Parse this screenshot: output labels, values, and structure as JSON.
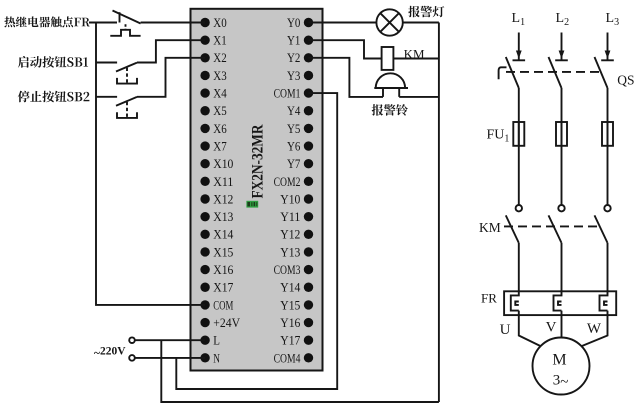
{
  "diagram": {
    "type": "plc-wiring-diagram",
    "colors": {
      "wire": "#161616",
      "plc_fill": "#c6c6c6",
      "background": "#ffffff",
      "logo_green": "#2f9e41"
    }
  },
  "plc": {
    "model": "FX2N-32MR",
    "left_terminals": [
      "X0",
      "X1",
      "X2",
      "X3",
      "X4",
      "X5",
      "X6",
      "X7",
      "X10",
      "X11",
      "X12",
      "X13",
      "X14",
      "X15",
      "X16",
      "X17",
      "COM",
      "+24V",
      "L",
      "N"
    ],
    "right_terminals": [
      "Y0",
      "Y1",
      "Y2",
      "Y3",
      "COM1",
      "Y4",
      "Y5",
      "Y6",
      "Y7",
      "COM2",
      "Y10",
      "Y11",
      "Y12",
      "Y13",
      "COM3",
      "Y14",
      "Y15",
      "Y16",
      "Y17",
      "COM4"
    ]
  },
  "inputs": {
    "thermal_relay_contact_label": "热继电器触点FR",
    "start_button_label": "启动按钮SB1",
    "stop_button_label": "停止按钮SB2",
    "supply_label": "~220V"
  },
  "outputs": {
    "alarm_lamp_label": "报警灯",
    "contactor_coil_label": "KM",
    "alarm_bell_label": "报警铃"
  },
  "power_circuit": {
    "phases": [
      "L1",
      "L2",
      "L3"
    ],
    "disconnect_switch_label": "QS",
    "fuse_label": "FU1",
    "contactor_contacts_label": "KM",
    "thermal_overload_label": "FR",
    "motor_terminals": [
      "U",
      "V",
      "W"
    ],
    "motor_label": "M",
    "motor_phase_label": "3~"
  }
}
